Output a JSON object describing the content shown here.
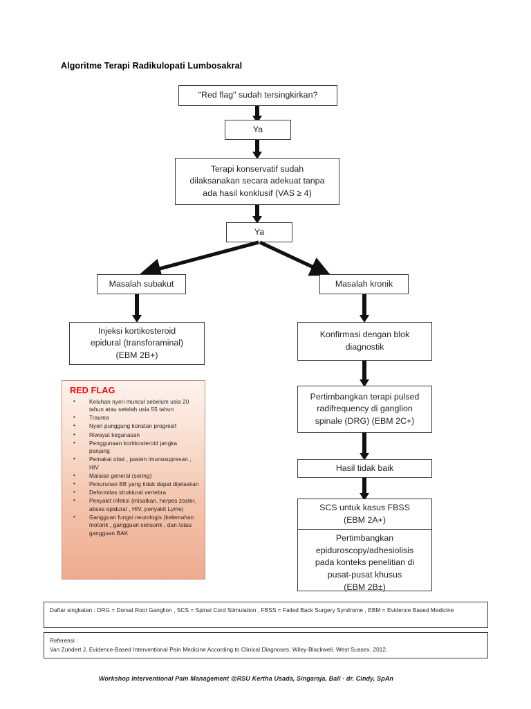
{
  "document": {
    "title": "Algoritme Terapi Radikulopati Lumbosakral"
  },
  "flow": {
    "n1_red_flag_question": "\"Red flag\" sudah tersingkirkan?",
    "n2_ya_first": "Ya",
    "n3_konservatif_l1": "Terapi konservatif sudah",
    "n3_konservatif_l2": "dilaksanakan secara adekuat tanpa",
    "n3_konservatif_l3": "ada hasil konklusif (VAS ≥ 4)",
    "n4_ya_second": "Ya",
    "n5_subakut": "Masalah subakut",
    "n6_kronik": "Masalah kronik",
    "n7_injeksi_l1": "Injeksi kortikosteroid",
    "n7_injeksi_l2": "epidural (transforaminal)",
    "n7_injeksi_l3": "(EBM 2B+)",
    "n8_konfirmasi_l1": "Konfirmasi dengan blok",
    "n8_konfirmasi_l2": "diagnostik",
    "n9_prf_l1": "Pertimbangkan terapi pulsed",
    "n9_prf_l2": "radifrequency di ganglion",
    "n9_prf_l3": "spinale (DRG) (EBM 2C+)",
    "n10_hasil": "Hasil tidak baik",
    "n11_scs_l1": "SCS untuk kasus FBSS",
    "n11_scs_l2": "(EBM 2A+)",
    "n12_epiduroscopy_l1": "Pertimbangkan",
    "n12_epiduroscopy_l2": "epiduroscopy/adhesiolisis",
    "n12_epiduroscopy_l3": "pada konteks penelitian di",
    "n12_epiduroscopy_l4": "pusat-pusat khusus",
    "n12_epiduroscopy_l5": "(EBM 2B±)"
  },
  "red_flag_panel": {
    "title": "RED FLAG",
    "items": [
      "Keluhan nyeri muncul sebelum usia 20 tahun atau setelah usia 55 tahun",
      "Trauma",
      "Nyeri punggung konstan progresif",
      "Riwayat keganasan",
      "Penggunaan kortikosteroid jangka panjang",
      "Pemakai obat , pasien imunosupresan , HIV",
      "Malaise general (sering)",
      "Penurunan BB yang tidak dapat dijelaskan",
      "Deformitas struktural vertebra",
      "Penyakit infeksi (misalkan. herpes zoster, abses epidural , HIV, penyakit Lyme)",
      "Gangguan fungsi neurologis (kelemahan motorik , gangguan sensorik , dan /atau gangguan BAK"
    ]
  },
  "footer": {
    "abbreviations": "Daftar singkatan : DRG = Dorsal Root Ganglion , SCS = Spinal Cord Stimulation , FBSS = Failed Back Surgery Syndrome , EBM = Evidence Based Medicine",
    "reference_label": "Referensi :",
    "reference_text": "Van Zundert J. Evidence-Based Interventional Pain Medicine According to Clinical Diagnoses. Wiley-Blackwell. West Sussex. 2012.",
    "credit": "Workshop Interventional Pain Management @RSU Kertha Usada, Singaraja, Bali - dr. Cindy, SpAn"
  },
  "colors": {
    "red_flag_title": "#ff0000",
    "panel_gradient_top": "#fdf3ee",
    "panel_gradient_bottom": "#eeab8f",
    "box_border": "#3a3a3a",
    "arrow": "#111111"
  }
}
